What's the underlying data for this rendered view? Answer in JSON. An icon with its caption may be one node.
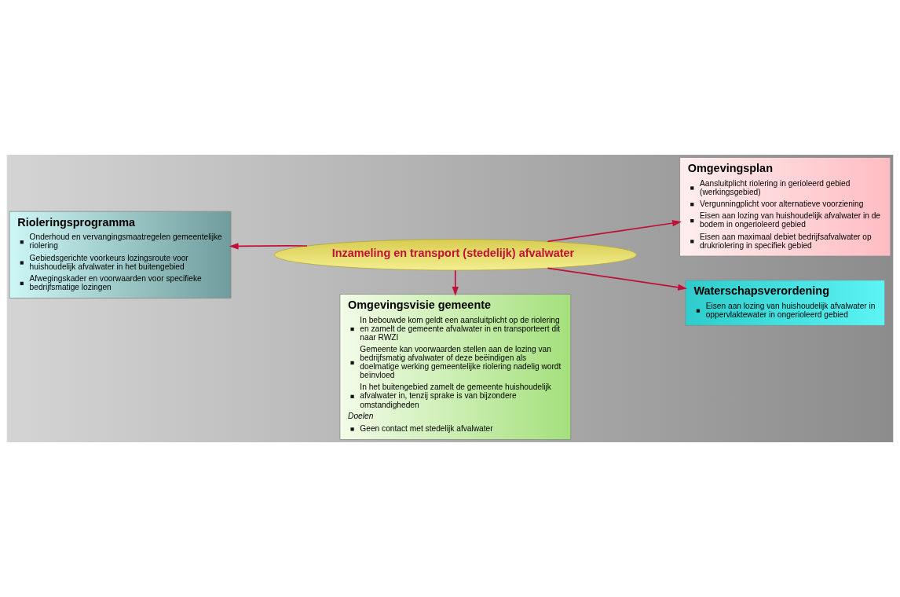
{
  "diagram": {
    "nodes": [
      {
        "text": [
          "Inzameling en transport (stedelijk) afvalwater"
        ]
      },
      {
        "text": [
          "Omgevingsvisie gemeente",
          "In bebouwde kom geldt een aansluitplicht op de riolering en zamelt de gemeente afvalwater in en transporteert dit naar RWZI",
          "Gemeente kan voorwaarden stellen aan de lozing van bedrijfsmatig afvalwater of deze beëindigen als doelmatige werking gemeentelijke riolering nadelig wordt beïnvloed",
          "In het buitengebied zamelt de gemeente huishoudelijk afvalwater in, tenzij sprake is van bijzondere omstandigheden",
          "Doelen",
          "Geen contact met stedelijk afvalwater"
        ]
      },
      {
        "text": [
          "Rioleringsprogramma",
          "Onderhoud en vervangingsmaatregelen gemeentelijke riolering",
          "Gebiedsgerichte voorkeurs lozingsroute voor huishoudelijk afvalwater in het buitengebied",
          "Afwegingskader en voorwaarden voor specifieke bedrijfsmatige lozingen"
        ]
      },
      {
        "text": [
          "Omgevingsplan",
          "Aansluitplicht riolering in gerioleerd gebied (werkingsgebied)",
          "Vergunningplicht voor alternatieve voorziening",
          "Eisen aan lozing van huishoudelijk afvalwater in de bodem in ongerioleerd gebied",
          "Eisen aan maximaal debiet bedrijfsafvalwater op drukriolering in specifiek gebied"
        ]
      },
      {
        "text": [
          "Waterschapsverordening",
          "Eisen aan lozing van huishoudelijk afvalwater in oppervlaktewater in ongerioleerd gebied"
        ]
      }
    ],
    "edges": [
      {
        "from": 0,
        "to": 1,
        "arrow": "to"
      },
      {
        "from": 0,
        "to": 2,
        "arrow": "to"
      },
      {
        "from": 0,
        "to": 3,
        "arrow": "to"
      },
      {
        "from": 0,
        "to": 4,
        "arrow": "to"
      }
    ]
  }
}
